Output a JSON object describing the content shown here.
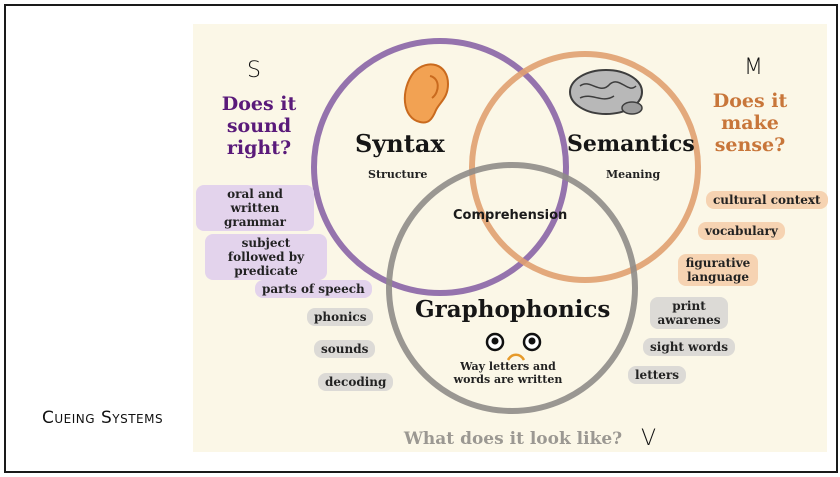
{
  "slide_label": "Cueing Systems",
  "letters": {
    "s": "S",
    "m": "M",
    "v": "V"
  },
  "syntax": {
    "question": "Does it sound right?",
    "title": "Syntax",
    "subtitle": "Structure",
    "tags": [
      "oral and written grammar",
      "subject followed by predicate",
      "parts of speech",
      "phonics",
      "sounds",
      "decoding"
    ]
  },
  "semantics": {
    "question": "Does it make sense?",
    "title": "Semantics",
    "subtitle": "Meaning",
    "tags": [
      "cultural context",
      "vocabulary",
      "figurative language"
    ]
  },
  "graphophonics": {
    "question": "What does it look like?",
    "title": "Graphophonics",
    "subtitle": "Way letters and words are written",
    "tags": [
      "print awarenes",
      "sight words",
      "letters"
    ]
  },
  "center": "Comprehension",
  "colors": {
    "syntax": "#8a64a6",
    "semantics": "#e0a070",
    "graphophonics": "#8f8c88",
    "question_purple": "#5a1a7a",
    "question_orange": "#c8763a"
  }
}
